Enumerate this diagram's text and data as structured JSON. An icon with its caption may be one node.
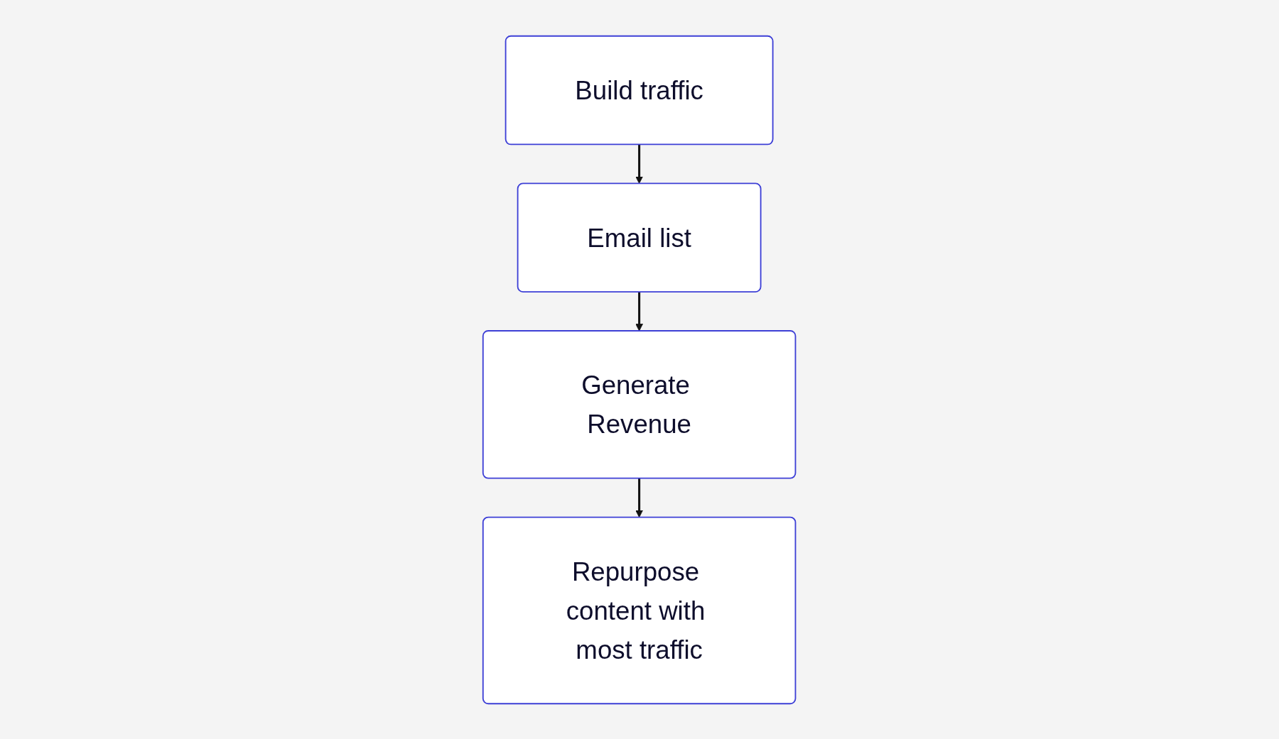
{
  "diagram": {
    "nodes": [
      {
        "text": [
          "Build traffic"
        ]
      },
      {
        "text": [
          "Email list"
        ]
      },
      {
        "text": [
          "Generate Revenue"
        ]
      },
      {
        "text": [
          "Repurpose content with most traffic"
        ]
      }
    ],
    "edges": [
      {
        "from": 0,
        "to": 1,
        "arrow": "to"
      },
      {
        "from": 1,
        "to": 2,
        "arrow": "to"
      },
      {
        "from": 2,
        "to": 3,
        "arrow": "to"
      }
    ]
  }
}
